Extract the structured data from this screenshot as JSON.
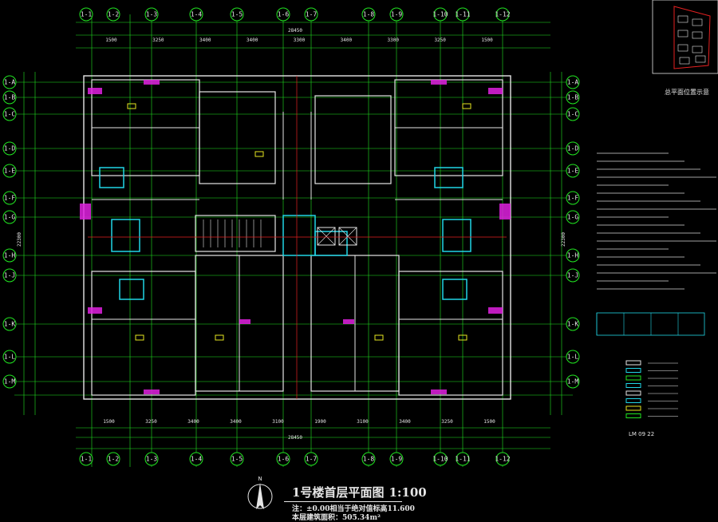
{
  "drawing": {
    "title": "1号楼首层平面图",
    "scale": "1:100",
    "note": "注：±0.00相当于绝对值标高11.600",
    "area": "本层建筑面积：505.34m²",
    "inset_title": "总平面位置示意",
    "side_title": "LM 09 22"
  },
  "grid_axes": {
    "columns_top": [
      "1-1",
      "1-2",
      "1-3",
      "1-4",
      "1-5",
      "1-6",
      "1-7",
      "1-8",
      "1-9",
      "1-10",
      "1-11",
      "1-12"
    ],
    "columns_bottom": [
      "1-1",
      "1-2",
      "1-3",
      "1-4",
      "1-5",
      "1-6",
      "1-7",
      "1-8",
      "1-9",
      "1-10",
      "1-11",
      "1-12"
    ],
    "rows": [
      "1-A",
      "1-B",
      "1-C",
      "1-D",
      "1-E",
      "1-F",
      "1-G",
      "1-H",
      "1-J",
      "1-K",
      "1-L",
      "1-M"
    ]
  },
  "dimensions": {
    "top_overall": "28450",
    "bottom_overall": "28450",
    "top_segments": [
      "1500",
      "3250",
      "3400",
      "3400",
      "3300",
      "3400",
      "3300",
      "3250",
      "1500"
    ],
    "bottom_segments": [
      "1500",
      "3250",
      "3400",
      "3400",
      "3100",
      "1900",
      "3100",
      "3400",
      "3250",
      "1500"
    ],
    "left_overall": "22300",
    "right_overall": "22300"
  },
  "colors": {
    "background": "#000000",
    "grid": "#21e621",
    "walls": "#e6e6e6",
    "magenta": "#e021e0",
    "cyan": "#21d6e6",
    "red": "#e62121",
    "yellow": "#e6e621"
  },
  "icons": [
    "north-arrow-icon"
  ]
}
